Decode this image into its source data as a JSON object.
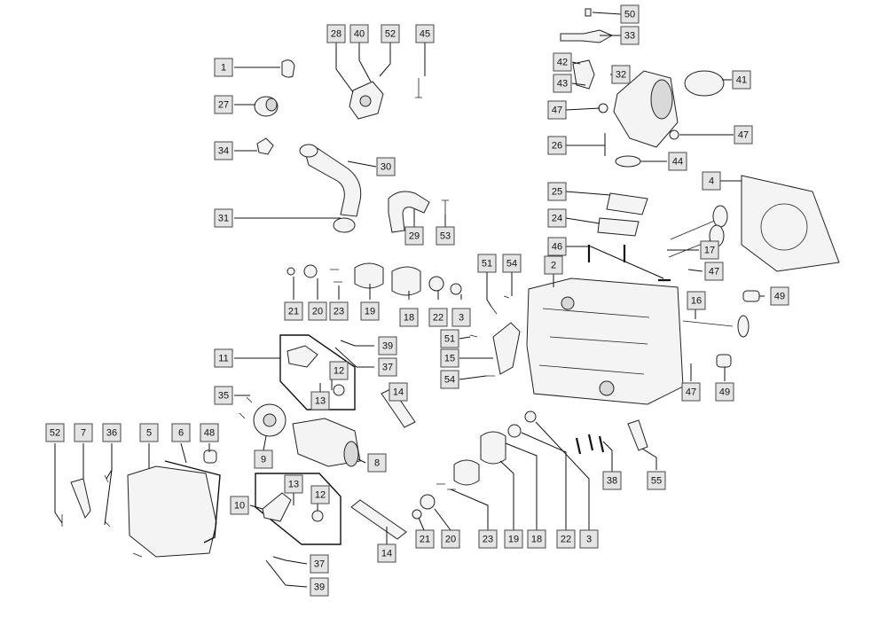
{
  "callouts": [
    "1",
    "27",
    "34",
    "31",
    "28",
    "40",
    "52",
    "45",
    "30",
    "29",
    "53",
    "50",
    "33",
    "42",
    "32",
    "43",
    "41",
    "47",
    "26",
    "47",
    "44",
    "4",
    "25",
    "24",
    "46",
    "17",
    "47",
    "2",
    "16",
    "49",
    "47",
    "49",
    "51",
    "54",
    "21",
    "20",
    "23",
    "19",
    "18",
    "22",
    "3",
    "51",
    "15",
    "54",
    "11",
    "39",
    "37",
    "12",
    "13",
    "35",
    "14",
    "9",
    "8",
    "52",
    "7",
    "36",
    "5",
    "6",
    "48",
    "10",
    "13",
    "12",
    "14",
    "37",
    "39",
    "21",
    "20",
    "23",
    "19",
    "18",
    "22",
    "3",
    "38",
    "55"
  ]
}
